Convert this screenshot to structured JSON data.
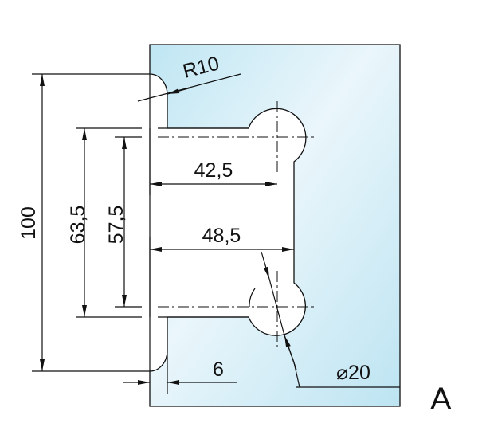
{
  "drawing": {
    "label": "A",
    "dimensions": {
      "radius": "R10",
      "overall_height": "100",
      "outer_span": "63,5",
      "inner_span": "57,5",
      "upper_depth": "42,5",
      "lower_depth": "48,5",
      "offset": "6",
      "diameter": "⌀20"
    }
  },
  "colors": {
    "glass_light": "#eaf6fb",
    "glass_dark": "#bfe6f3",
    "line": "#111111"
  }
}
